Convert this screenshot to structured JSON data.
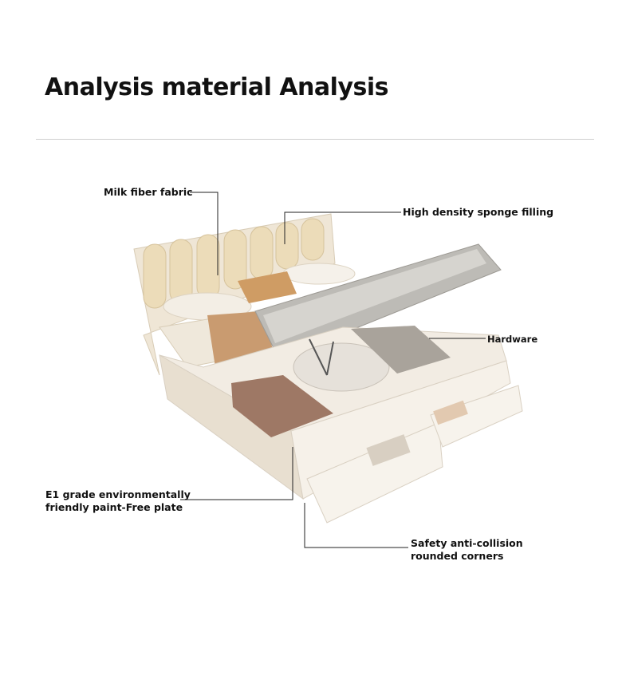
{
  "header": {
    "title": "Analysis material Analysis"
  },
  "callouts": {
    "milk_fiber": "Milk fiber fabric",
    "sponge": "High density sponge filling",
    "hardware": "Hardware",
    "e1_line1": "E1 grade environmentally",
    "e1_line2": "friendly paint-Free plate",
    "safety_line1": "Safety anti-collision",
    "safety_line2": "rounded corners"
  }
}
